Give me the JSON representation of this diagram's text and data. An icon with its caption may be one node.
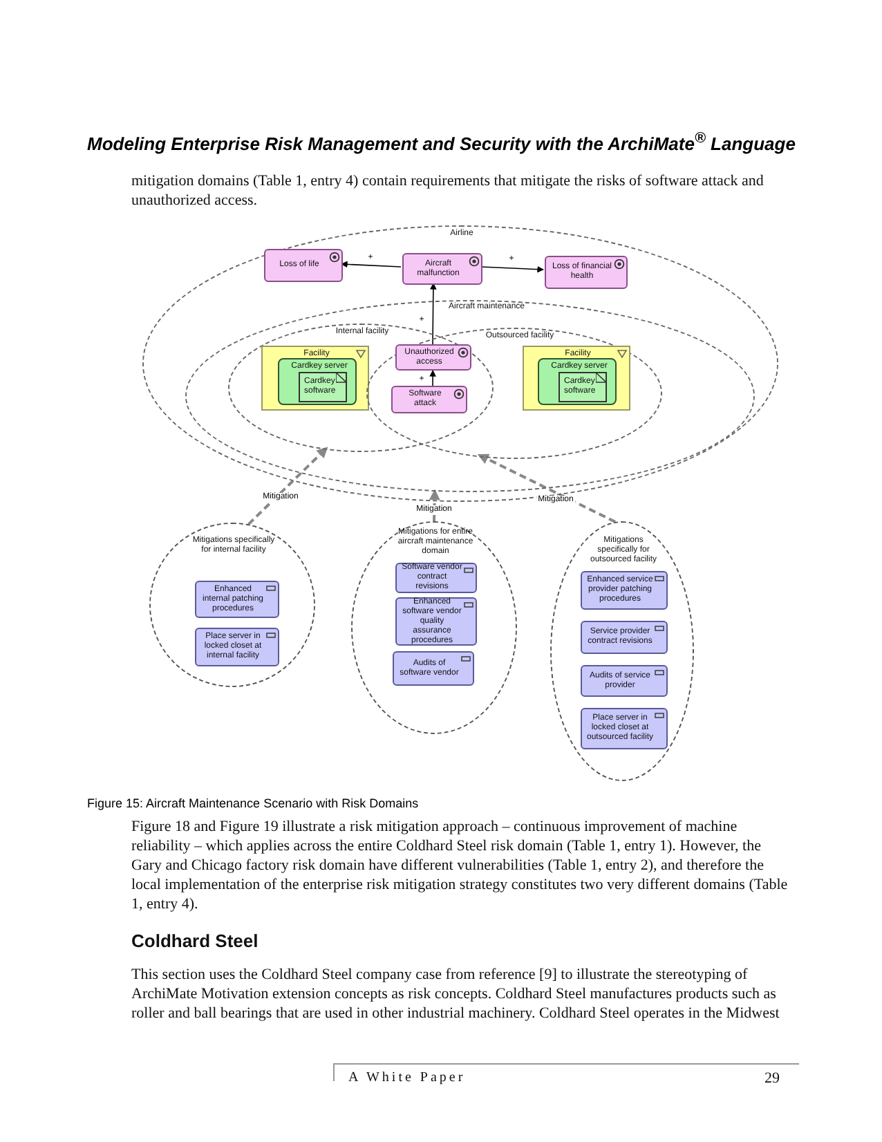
{
  "diagram": {
    "title": "Modeling Enterprise Risk Management and Security with the ArchiMate$^{®}$ Language",
    "caption": "Figure 15: Aircraft Maintenance Scenario with Risk Domains",
    "nodes": [
      {
        "text": [
          "Airline"
        ]
      },
      {
        "text": [
          "Loss of life"
        ],
        "in": 0
      },
      {
        "text": [
          "Aircraft malfunction"
        ],
        "in": 0
      },
      {
        "text": [
          "Loss of financial health"
        ],
        "in": 0
      },
      {
        "text": [
          "Aircraft maintenance"
        ],
        "in": 0
      },
      {
        "text": [
          "Internal facility"
        ],
        "in": 4
      },
      {
        "text": [
          "Outsourced facility"
        ],
        "in": 4
      },
      {
        "text": [
          "Facility"
        ],
        "in": 5
      },
      {
        "text": [
          "Cardkey server"
        ],
        "in": 7
      },
      {
        "text": [
          "Cardkey software"
        ],
        "in": 8
      },
      {
        "text": [
          "Unauthorized access"
        ]
      },
      {
        "text": [
          "Software attack"
        ]
      },
      {
        "text": [
          "Facility"
        ],
        "in": 6
      },
      {
        "text": [
          "Cardkey server"
        ],
        "in": 12
      },
      {
        "text": [
          "Cardkey software"
        ],
        "in": 13
      },
      {
        "text": [
          "Mitigations specifically for internal facility"
        ]
      },
      {
        "text": [
          "Enhanced internal patching procedures"
        ],
        "in": 15
      },
      {
        "text": [
          "Place server in locked closet at internal facility"
        ],
        "in": 15
      },
      {
        "text": [
          "Mitigations for entire aircraft maintenance domain"
        ]
      },
      {
        "text": [
          "Software vendor contract revisions"
        ],
        "in": 18
      },
      {
        "text": [
          "Enhanced software vendor quality assurance procedures"
        ],
        "in": 18
      },
      {
        "text": [
          "Audits of software vendor"
        ],
        "in": 18
      },
      {
        "text": [
          "Mitigations specifically for outsourced facility"
        ]
      },
      {
        "text": [
          "Enhanced service provider patching procedures"
        ],
        "in": 22
      },
      {
        "text": [
          "Service provider contract revisions"
        ],
        "in": 22
      },
      {
        "text": [
          "Audits of service provider"
        ],
        "in": 22
      },
      {
        "text": [
          "Place server in locked closet at outsourced facility"
        ],
        "in": 22
      }
    ],
    "edges": [
      {
        "from": 2,
        "to": 1,
        "arrow": "to",
        "label": "+"
      },
      {
        "from": 2,
        "to": 3,
        "arrow": "to",
        "label": "+"
      },
      {
        "from": 10,
        "to": 2,
        "arrow": "to",
        "label": "+"
      },
      {
        "from": 11,
        "to": 10,
        "arrow": "to",
        "label": "+"
      },
      {
        "from": 15,
        "to": 5,
        "arrow": "to",
        "label": "Mitigation",
        "style": "dashed",
        "color": "#888888"
      },
      {
        "from": 18,
        "to": 4,
        "arrow": "to",
        "label": "Mitigation",
        "style": "dashed",
        "color": "#888888"
      },
      {
        "from": 22,
        "to": 6,
        "arrow": "to",
        "label": "Mitigation",
        "style": "dashed",
        "color": "#888888"
      }
    ],
    "labels": [
      "mitigation domains (Table 1, entry 4) contain requirements that mitigate the risks of software attack and unauthorized access.",
      "Figure 18 and Figure 19 illustrate a risk mitigation approach – continuous improvement of machine reliability – which applies across the entire Coldhard Steel risk domain (Table 1, entry 1). However, the Gary and Chicago factory risk domain have different vulnerabilities (Table 1, entry 2), and therefore the local implementation of the enterprise risk mitigation strategy constitutes two very different domains (Table 1, entry 4).",
      "Coldhard Steel",
      "This section uses the Coldhard Steel company case from reference [9] to illustrate the stereotyping of ArchiMate Motivation extension concepts as risk concepts. Coldhard Steel manufactures products such as roller and ball bearings that are used in other industrial machinery. Coldhard Steel operates in the Midwest",
      "A White Paper",
      "29"
    ]
  }
}
